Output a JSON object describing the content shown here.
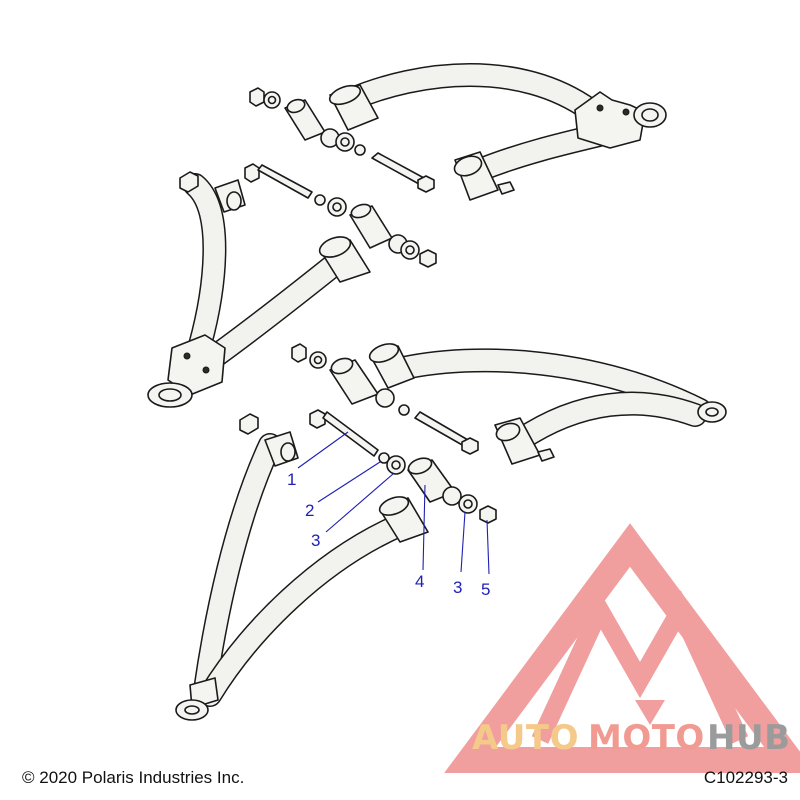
{
  "callouts": [
    {
      "id": "c1",
      "label": "1"
    },
    {
      "id": "c2",
      "label": "2"
    },
    {
      "id": "c3a",
      "label": "3"
    },
    {
      "id": "c4",
      "label": "4"
    },
    {
      "id": "c3b",
      "label": "3"
    },
    {
      "id": "c5",
      "label": "5"
    }
  ],
  "footer": {
    "copyright": "© 2020 Polaris Industries Inc.",
    "figure_id": "C102293-3"
  },
  "watermark": {
    "brand_auto": "AUTO",
    "brand_moto": "MOTO",
    "brand_hub": "HUB",
    "colors": {
      "auto": "#f4c98a",
      "moto": "#f19a92",
      "hub": "#9b9b9b",
      "logo": "#ef8e8e"
    }
  },
  "colors": {
    "callout": "#1f1fb4",
    "line": "#1a1a1a",
    "part_fill": "#f4f4f1"
  }
}
